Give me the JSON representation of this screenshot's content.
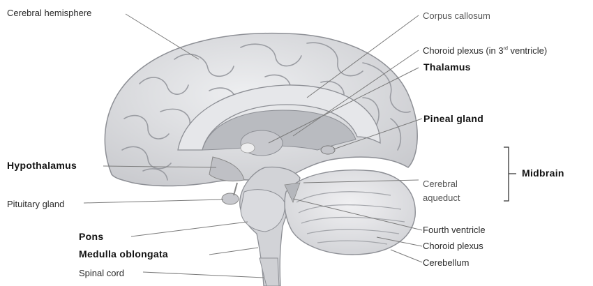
{
  "diagram": {
    "labels": {
      "cerebral_hemisphere": "Cerebral hemisphere",
      "corpus_callosum": "Corpus callosum",
      "choroid_plexus_3rd_a": "Choroid plexus (in 3",
      "choroid_plexus_3rd_sup": "rd",
      "choroid_plexus_3rd_b": " ventricle)",
      "thalamus": "Thalamus",
      "pineal_gland": "Pineal gland",
      "hypothalamus": "Hypothalamus",
      "midbrain": "Midbrain",
      "cerebral_aqueduct_1": "Cerebral",
      "cerebral_aqueduct_2": "aqueduct",
      "pituitary_gland": "Pituitary gland",
      "pons": "Pons",
      "fourth_ventricle": "Fourth ventricle",
      "medulla_oblongata": "Medulla oblongata",
      "choroid_plexus": "Choroid plexus",
      "spinal_cord": "Spinal cord",
      "cerebellum": "Cerebellum"
    },
    "colors": {
      "cortex": "#dcdde0",
      "gyri_line": "#9a9ca2",
      "cerebellum": "#e4e5e8",
      "brainstem": "#d2d3d7",
      "ventricle": "#b9bbc0",
      "leader": "#7a7a7a"
    }
  }
}
